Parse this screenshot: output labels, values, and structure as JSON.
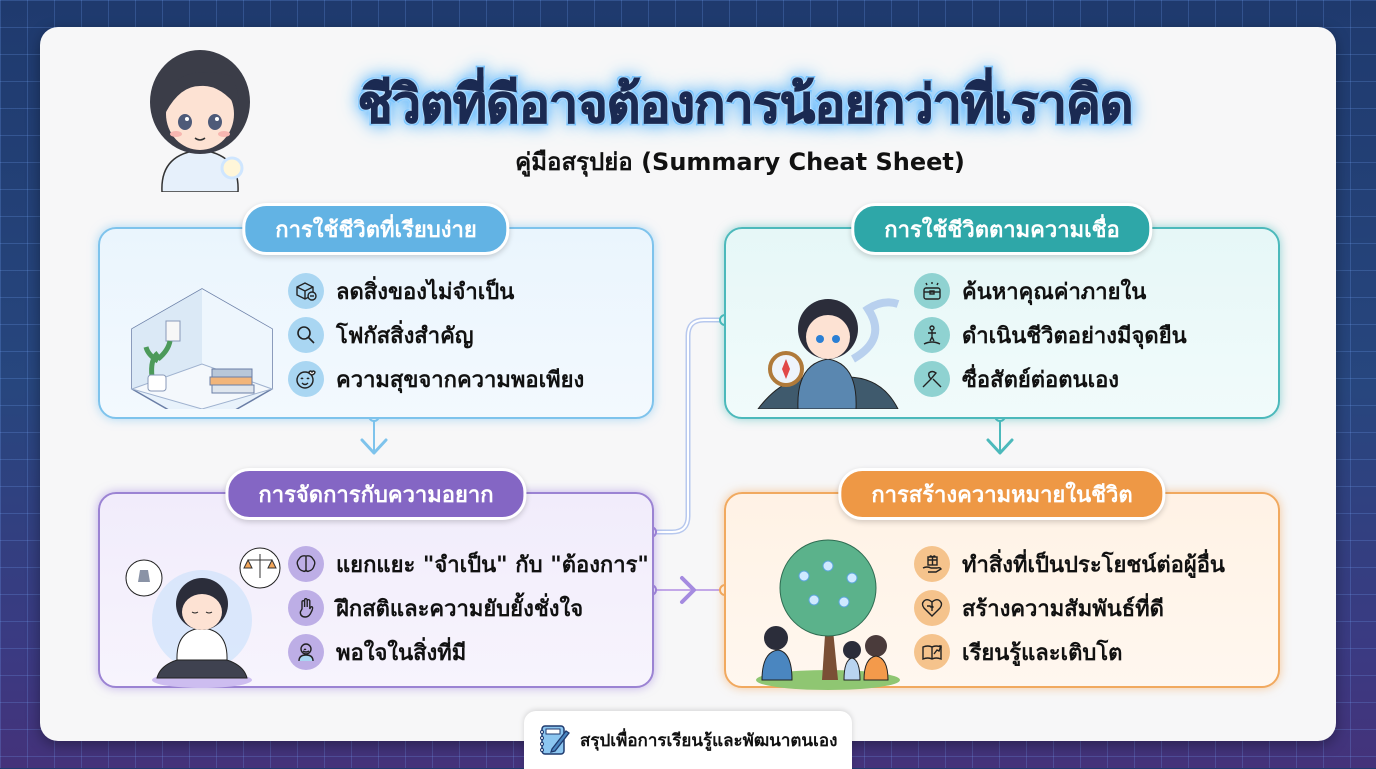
{
  "header": {
    "title": "ชีวิตที่ดีอาจต้องการน้อยกว่าที่เราคิด",
    "subtitle": "คู่มือสรุปย่อ (Summary Cheat Sheet)"
  },
  "sections": [
    {
      "id": "simple-living",
      "title": "การใช้ชีวิตที่เรียบง่าย",
      "color": "#62b3e4",
      "illustration": "minimal-room-icon",
      "items": [
        {
          "icon": "box-minus-icon",
          "label": "ลดสิ่งของไม่จำเป็น"
        },
        {
          "icon": "magnifier-icon",
          "label": "โฟกัสสิ่งสำคัญ"
        },
        {
          "icon": "smile-heart-icon",
          "label": "ความสุขจากความพอเพียง"
        }
      ]
    },
    {
      "id": "living-by-belief",
      "title": "การใช้ชีวิตตามความเชื่อ",
      "color": "#2ea7a8",
      "illustration": "boy-with-compass-icon",
      "items": [
        {
          "icon": "treasure-chest-icon",
          "label": "ค้นหาคุณค่าภายใน"
        },
        {
          "icon": "standing-person-icon",
          "label": "ดำเนินชีวิตอย่างมีจุดยืน"
        },
        {
          "icon": "handshake-icon",
          "label": "ซื่อสัตย์ต่อตนเอง"
        }
      ]
    },
    {
      "id": "managing-desire",
      "title": "การจัดการกับความอยาก",
      "color": "#8466c4",
      "illustration": "meditating-person-icon",
      "items": [
        {
          "icon": "brain-icon",
          "label": "แยกแยะ \"จำเป็น\" กับ \"ต้องการ\""
        },
        {
          "icon": "hand-stop-icon",
          "label": "ฝึกสติและความยับยั้งชั่งใจ"
        },
        {
          "icon": "content-person-icon",
          "label": "พอใจในสิ่งที่มี"
        }
      ]
    },
    {
      "id": "creating-meaning",
      "title": "การสร้างความหมายในชีวิต",
      "color": "#ee9845",
      "illustration": "planting-tree-icon",
      "items": [
        {
          "icon": "gift-hand-icon",
          "label": "ทำสิ่งที่เป็นประโยชน์ต่อผู้อื่น"
        },
        {
          "icon": "puzzle-heart-icon",
          "label": "สร้างความสัมพันธ์ที่ดี"
        },
        {
          "icon": "book-growth-icon",
          "label": "เรียนรู้และเติบโต"
        }
      ]
    }
  ],
  "footer": {
    "icon": "notebook-pencil-icon",
    "label": "สรุปเพื่อการเรียนรู้และพัฒนาตนเอง"
  }
}
